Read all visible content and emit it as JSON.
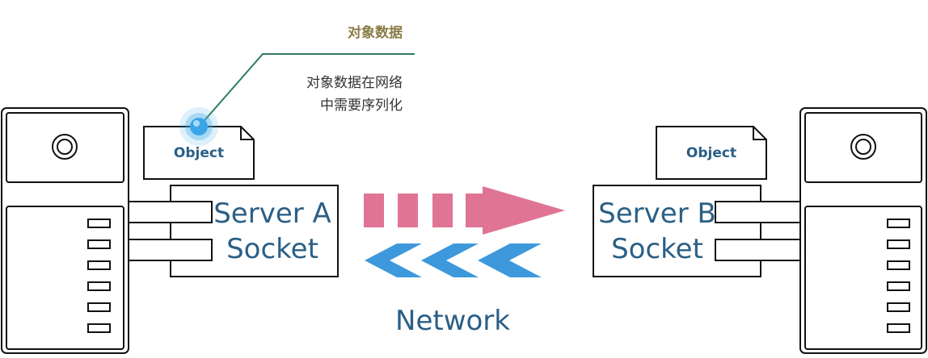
{
  "annotation": {
    "title": "对象数据",
    "lines": [
      "对象数据在网络",
      "中需要序列化"
    ]
  },
  "left": {
    "document_label": "Object",
    "socket_line1": "Server A",
    "socket_line2": "Socket"
  },
  "right": {
    "document_label": "Object",
    "socket_line1": "Server B",
    "socket_line2": "Socket"
  },
  "network_label": "Network",
  "colors": {
    "text_blue": "#2b5f86",
    "annotation_title": "#8a7b45",
    "callout_line": "#2e7d5b",
    "arrow_pink": "#e07494",
    "arrow_blue": "#3d98dc",
    "dot_blue": "#45aee9"
  },
  "icons": [
    "server-icon",
    "object-document-icon",
    "socket-plug-icon",
    "send-arrow-icon",
    "receive-arrow-icon",
    "highlight-dot-icon"
  ]
}
